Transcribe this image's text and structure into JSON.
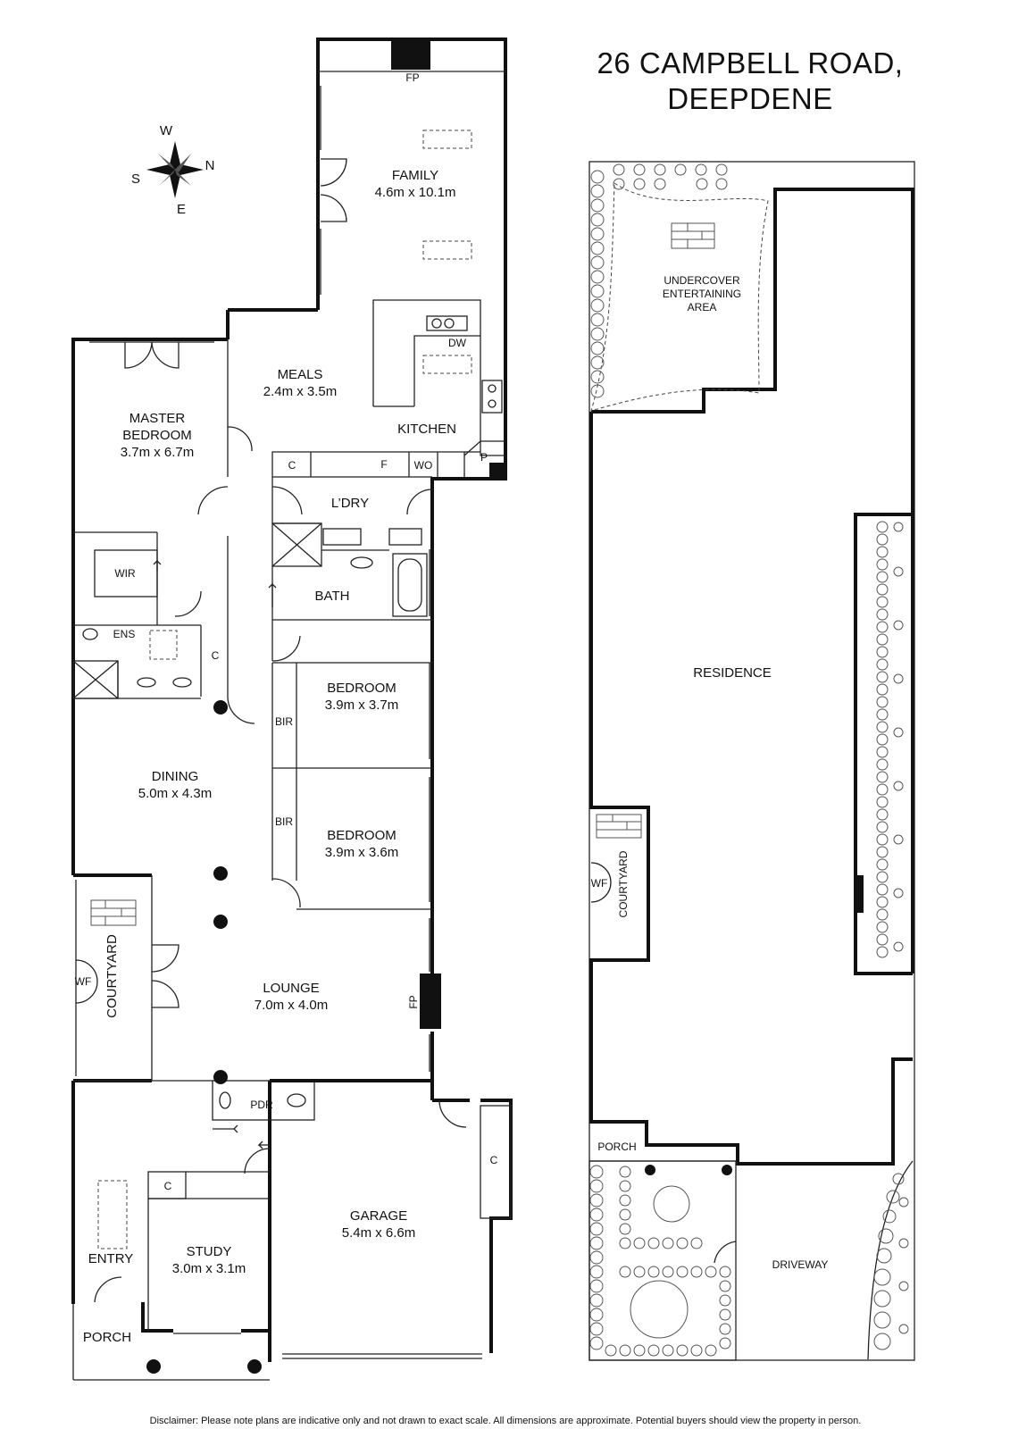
{
  "title": {
    "line1": "26 CAMPBELL ROAD,",
    "line2": "DEEPDENE"
  },
  "compass": {
    "w": "W",
    "s": "S",
    "n": "N",
    "e": "E"
  },
  "rooms": {
    "family": {
      "name": "FAMILY",
      "dims": "4.6m x 10.1m"
    },
    "meals": {
      "name": "MEALS",
      "dims": "2.4m x 3.5m"
    },
    "kitchen": {
      "name": "KITCHEN"
    },
    "master": {
      "name1": "MASTER",
      "name2": "BEDROOM",
      "dims": "3.7m x 6.7m"
    },
    "laundry": {
      "name": "L’DRY"
    },
    "bath": {
      "name": "BATH"
    },
    "wir": {
      "name": "WIR"
    },
    "ens": {
      "name": "ENS"
    },
    "bedroom1": {
      "name": "BEDROOM",
      "dims": "3.9m x 3.7m"
    },
    "bedroom2": {
      "name": "BEDROOM",
      "dims": "3.9m x 3.6m"
    },
    "dining": {
      "name": "DINING",
      "dims": "5.0m x 4.3m"
    },
    "lounge": {
      "name": "LOUNGE",
      "dims": "7.0m x 4.0m"
    },
    "courtyard": {
      "name": "COURTYARD"
    },
    "pdr": {
      "name": "PDR"
    },
    "garage": {
      "name": "GARAGE",
      "dims": "5.4m x 6.6m"
    },
    "study": {
      "name": "STUDY",
      "dims": "3.0m x 3.1m"
    },
    "entry": {
      "name": "ENTRY"
    },
    "porch": {
      "name": "PORCH"
    }
  },
  "fixtures": {
    "fp": "FP",
    "dw": "DW",
    "c": "C",
    "f": "F",
    "wo": "WO",
    "p": "P",
    "bir": "BIR",
    "wf": "WF"
  },
  "site": {
    "entertaining": {
      "l1": "UNDERCOVER",
      "l2": "ENTERTAINING",
      "l3": "AREA"
    },
    "residence": "RESIDENCE",
    "courtyard": "COURTYARD",
    "wf": "WF",
    "porch": "PORCH",
    "driveway": "DRIVEWAY"
  },
  "disclaimer": "Disclaimer: Please note plans are indicative only and not drawn to exact scale. All dimensions are approximate. Potential buyers should view the property in person."
}
